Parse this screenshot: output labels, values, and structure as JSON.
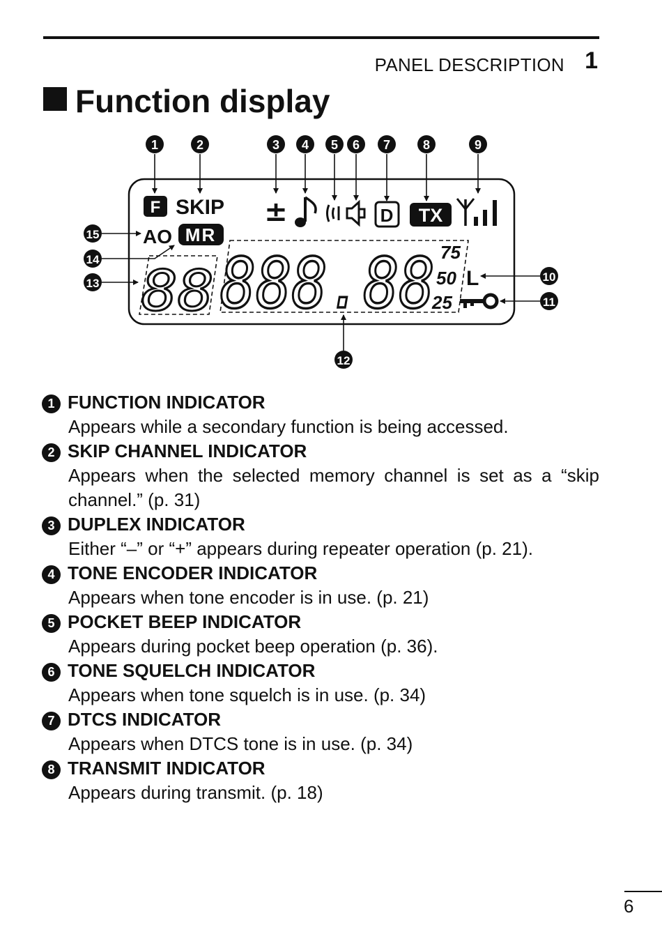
{
  "header": {
    "section": "PANEL DESCRIPTION",
    "chapter": "1"
  },
  "title": "Function display",
  "diagram": {
    "callouts": [
      "1",
      "2",
      "3",
      "4",
      "5",
      "6",
      "7",
      "8",
      "9",
      "10",
      "11",
      "12",
      "13",
      "14",
      "15"
    ],
    "lcd": {
      "f_label": "F",
      "skip_label": "SKIP",
      "duplex_label": "±",
      "dtcs_label": "D",
      "tx_label": "TX",
      "ao_label": "AO",
      "mr_label": "MR",
      "small_digits": "88",
      "freq_digits": "888.88",
      "step_75": "75",
      "step_50": "50",
      "step_25": "25",
      "low_power": "L"
    }
  },
  "items": [
    {
      "num": "1",
      "title": "FUNCTION INDICATOR",
      "desc": "Appears while a secondary function is being accessed."
    },
    {
      "num": "2",
      "title": "SKIP CHANNEL INDICATOR",
      "desc": "Appears when the selected memory channel is set as a “skip channel.” (p. 31)"
    },
    {
      "num": "3",
      "title": "DUPLEX INDICATOR",
      "desc": "Either “–” or “+” appears during repeater operation (p. 21)."
    },
    {
      "num": "4",
      "title": "TONE ENCODER INDICATOR",
      "desc": "Appears when tone encoder is in use. (p. 21)"
    },
    {
      "num": "5",
      "title": "POCKET BEEP INDICATOR",
      "desc": "Appears during pocket beep operation (p. 36)."
    },
    {
      "num": "6",
      "title": "TONE SQUELCH INDICATOR",
      "desc": "Appears when tone squelch is in use. (p. 34)"
    },
    {
      "num": "7",
      "title": "DTCS INDICATOR",
      "desc": "Appears when DTCS tone is in use. (p. 34)"
    },
    {
      "num": "8",
      "title": "TRANSMIT INDICATOR",
      "desc": "Appears during transmit. (p. 18)"
    }
  ],
  "page_number": "6"
}
